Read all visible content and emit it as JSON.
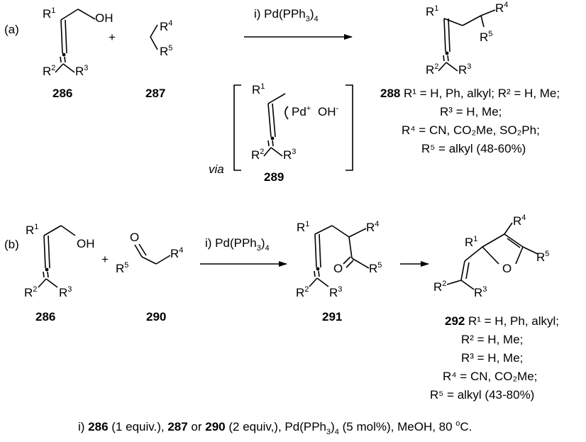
{
  "scheme_a": {
    "part_label": "(a)",
    "reagent_label": "i) Pd(PPh",
    "reagent_sub": "3",
    "reagent_tail": ")",
    "reagent_tail_sub": "4",
    "compounds": {
      "c286": "286",
      "c287": "287",
      "c288": "288",
      "c289": "289"
    },
    "via": "via",
    "plus": "+",
    "pd_label": "Pd",
    "pd_charge": "+",
    "hydroxide": "OH",
    "hydroxide_charge": "-",
    "oh": "OH",
    "product_conditions": [
      "R¹ = H, Ph, alkyl; R² = H, Me;",
      "R³ = H, Me;",
      "R⁴ = CN, CO₂Me, SO₂Ph;",
      "R⁵ = alkyl (48-60%)"
    ]
  },
  "scheme_b": {
    "part_label": "(b)",
    "reagent_label": "i) Pd(PPh",
    "reagent_sub": "3",
    "reagent_tail": ")",
    "reagent_tail_sub": "4",
    "compounds": {
      "c286": "286",
      "c290": "290",
      "c291": "291",
      "c292": "292"
    },
    "plus": "+",
    "oh": "OH",
    "oxygen": "O",
    "product_conditions": [
      "R¹ = H, Ph, alkyl;",
      "R² = H, Me;",
      "R³ = H, Me;",
      "R⁴ = CN, CO₂Me;",
      "R⁵ = alkyl (43-80%)"
    ]
  },
  "r": {
    "R": "R",
    "s1": "1",
    "s2": "2",
    "s3": "3",
    "s4": "4",
    "s5": "5"
  },
  "footnote": {
    "prefix": "i) ",
    "c286": "286",
    "part1": " (1 equiv.), ",
    "c287": "287",
    "part2": " or ",
    "c290": "290",
    "part3": " (2 equiv,), Pd(PPh",
    "sub3": "3",
    "part4": ")",
    "sub4": "4",
    "part5": " (5 mol%), MeOH, 80 ",
    "deg": "o",
    "part6": "C."
  }
}
